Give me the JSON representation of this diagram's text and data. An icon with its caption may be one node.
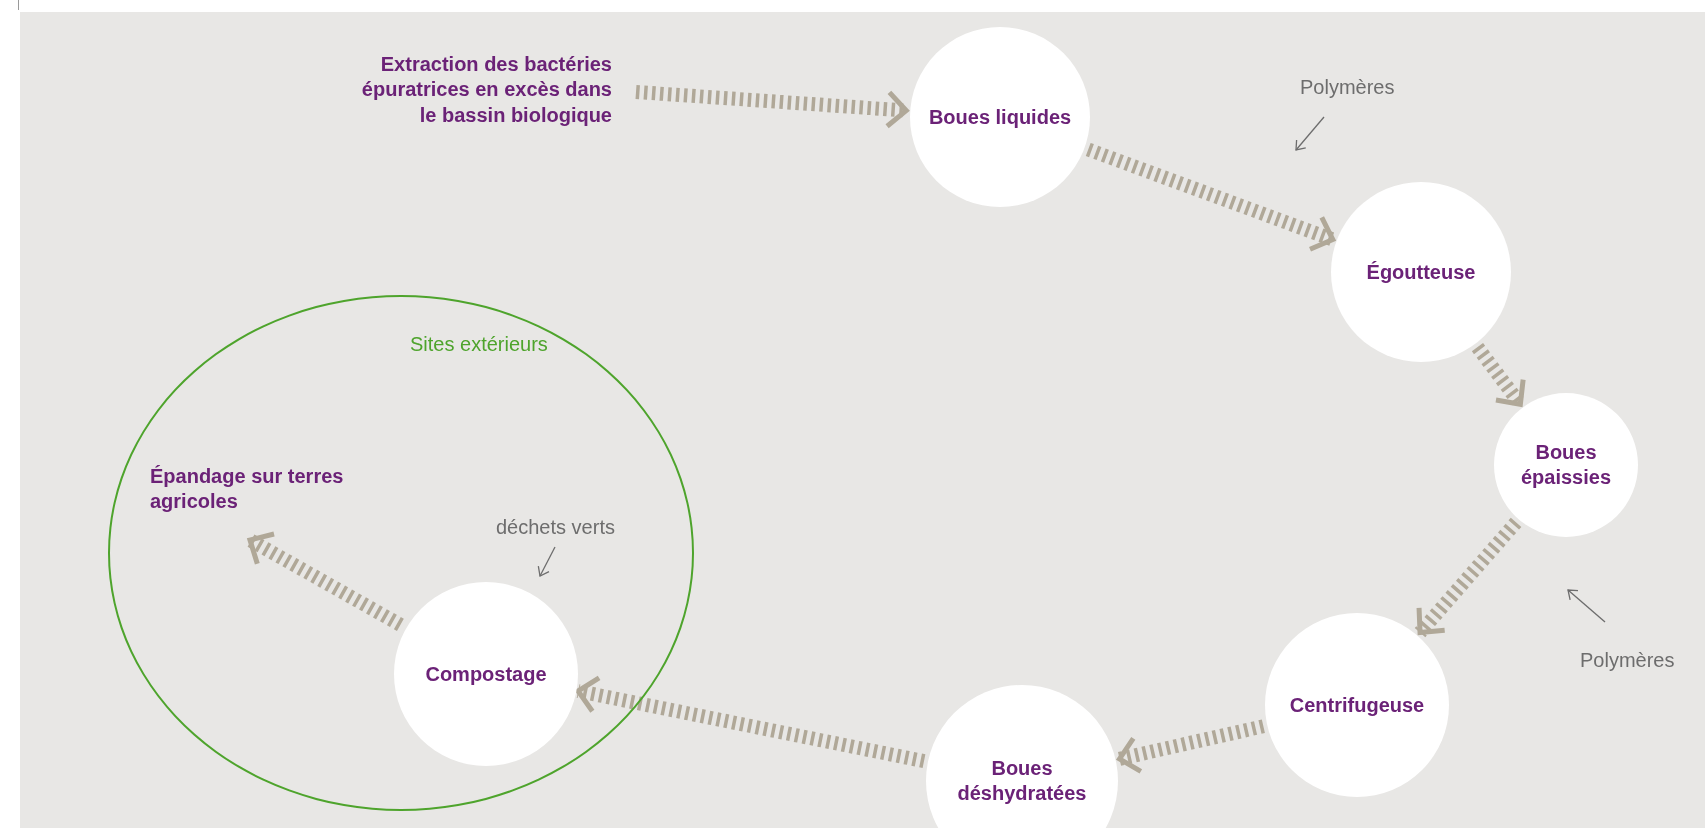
{
  "diagram": {
    "nodes": [
      {
        "text": [
          "Extraction des bactéries épuratrices en excès dans le bassin biologique"
        ]
      },
      {
        "text": [
          "Boues liquides"
        ]
      },
      {
        "text": [
          "Égoutteuse"
        ]
      },
      {
        "text": [
          "Boues épaissies"
        ]
      },
      {
        "text": [
          "Centrifugeuse"
        ]
      },
      {
        "text": [
          "Boues déshydratées"
        ]
      },
      {
        "text": [
          "Sites extérieurs"
        ]
      },
      {
        "text": [
          "Épandage sur terres agricoles"
        ],
        "in": 6
      },
      {
        "text": [
          "Compostage"
        ],
        "in": 6
      }
    ],
    "edges": [
      {
        "from": 0,
        "to": 1,
        "arrow": "to"
      },
      {
        "from": 1,
        "to": 2,
        "arrow": "to"
      },
      {
        "from": 2,
        "to": 3,
        "arrow": "to"
      },
      {
        "from": 3,
        "to": 4,
        "arrow": "to"
      },
      {
        "from": 4,
        "to": 5,
        "arrow": "to"
      },
      {
        "from": 5,
        "to": 8,
        "arrow": "to"
      },
      {
        "from": 8,
        "to": 7,
        "arrow": "to"
      }
    ],
    "labels": [
      "Polymères",
      "Polymères",
      "déchets verts"
    ]
  }
}
